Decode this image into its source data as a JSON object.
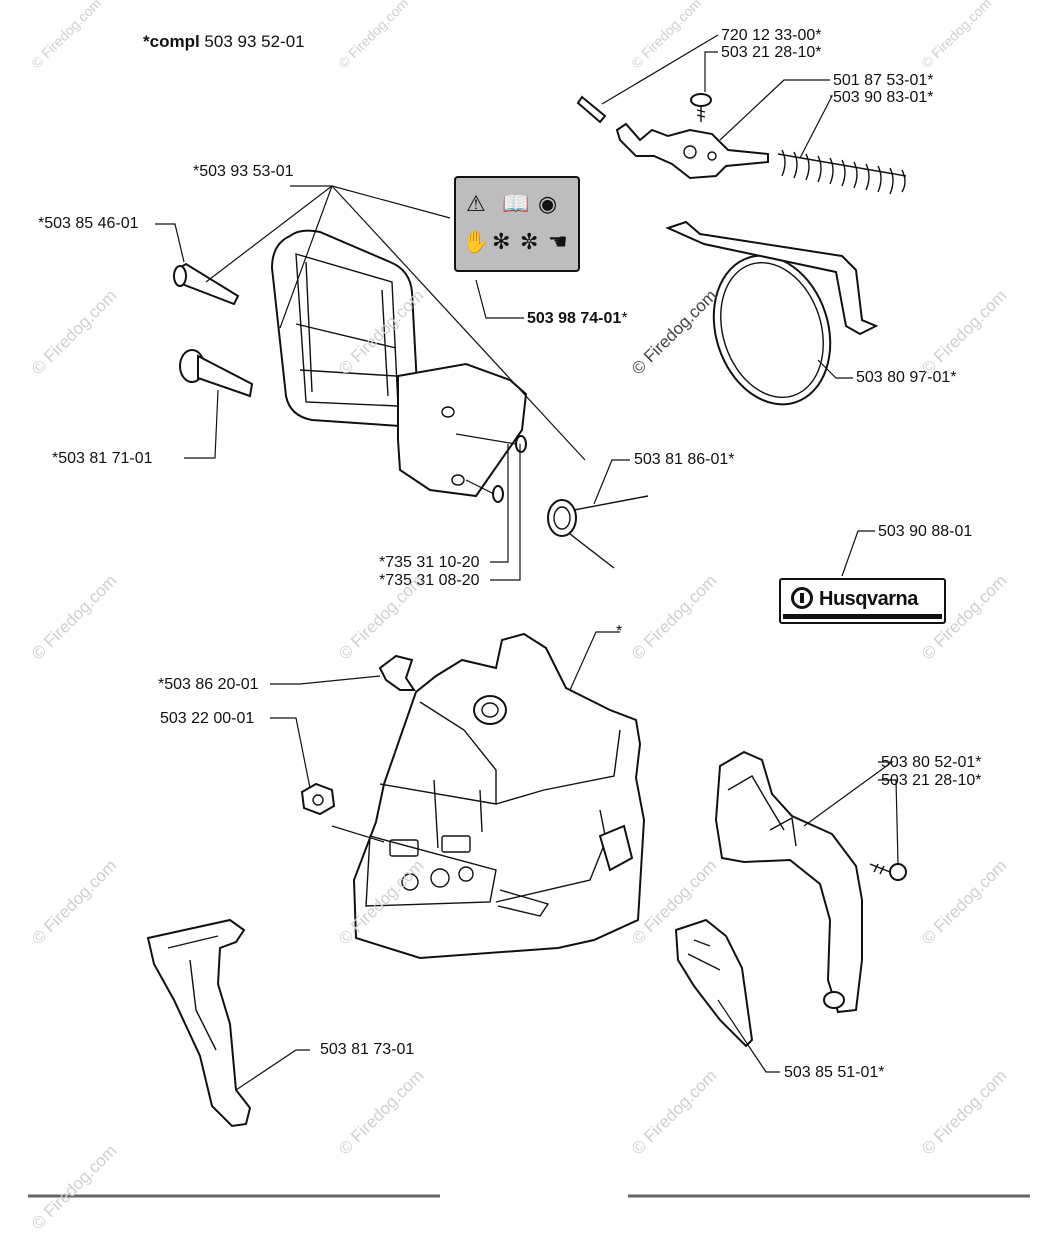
{
  "header": {
    "compl_prefix": "*compl",
    "compl_number": "503 93 52-01"
  },
  "labels": {
    "p_720_12_33": "720 12 33-00*",
    "p_503_21_28_top": "503 21 28-10*",
    "p_501_87_53": "501 87 53-01*",
    "p_503_90_83": "503 90 83-01*",
    "p_503_93_53": "*503 93 53-01",
    "p_503_85_46": "*503 85 46-01",
    "p_503_98_74": "503 98 74-01",
    "p_503_98_74_star": "*",
    "p_503_80_97": "503 80 97-01*",
    "p_503_81_71": "*503 81 71-01",
    "p_503_81_86": "503 81 86-01*",
    "p_735_31_10": "*735 31 10-20",
    "p_735_31_08": "*735 31 08-20",
    "p_503_90_88": "503 90 88-01",
    "p_star": "*",
    "p_503_86_20": "*503 86 20-01",
    "p_503_22_00": "503 22 00-01",
    "p_503_80_52": "503 80 52-01*",
    "p_503_21_28_low": "503 21 28-10*",
    "p_503_81_73": "503 81 73-01",
    "p_503_85_51": "503 85 51-01*"
  },
  "brand": {
    "logo_text": "Husqvarna"
  },
  "watermark": {
    "text": "© Firedog.com"
  },
  "icons": {
    "warning": "warning-triangle-icon",
    "manual": "open-book-icon",
    "helmet": "helmet-icon"
  }
}
